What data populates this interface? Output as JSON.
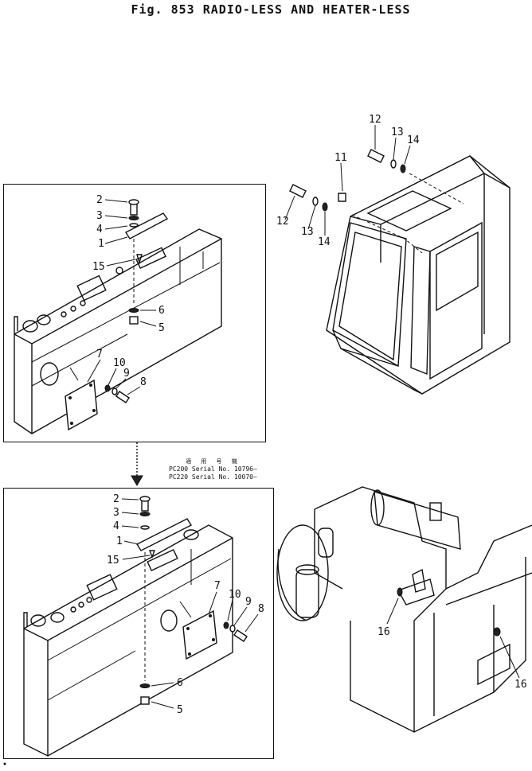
{
  "title": "Fig. 853  RADIO-LESS AND HEATER-LESS",
  "serial_note": {
    "header": "適 用 号 機",
    "lines": [
      "PC200 Serial No. 10796—",
      "PC220 Serial No. 10070~"
    ]
  },
  "callouts_top": [
    "2",
    "3",
    "4",
    "1",
    "15",
    "6",
    "5",
    "7",
    "10",
    "9",
    "8"
  ],
  "callouts_bottom": [
    "2",
    "3",
    "4",
    "1",
    "15",
    "7",
    "10",
    "9",
    "8",
    "6",
    "5"
  ],
  "callouts_cab": [
    "12",
    "13",
    "14",
    "11",
    "12",
    "13",
    "14"
  ],
  "callouts_engine": [
    "16",
    "16"
  ]
}
